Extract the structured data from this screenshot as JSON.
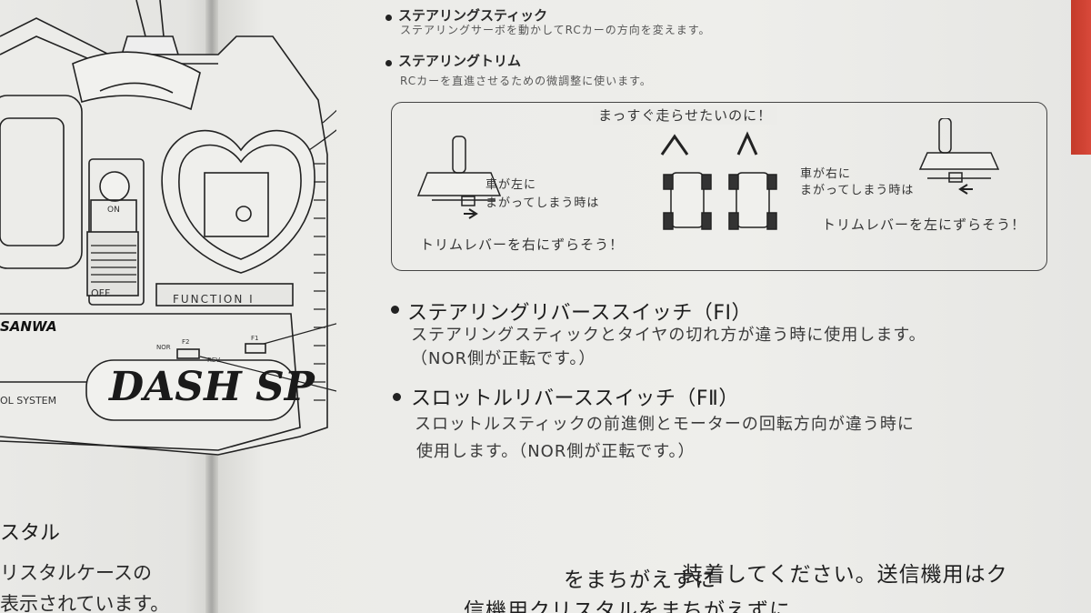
{
  "page": {
    "brand_label": "SANWA",
    "model_logo": "DASH SP",
    "system_label": "OL SYSTEM",
    "function_label": "FUNCTION Ⅰ",
    "switch_on": "ON",
    "switch_off": "OFF",
    "fsw_label_1": "F1",
    "fsw_label_2": "F2",
    "nor_label": "NOR",
    "rev_label": "REV",
    "sections": [
      {
        "title": "ステアリングスティック",
        "desc": "ステアリングサーボを動かしてRCカーの方向を変えます。"
      },
      {
        "title": "ステアリングトリム",
        "desc": "RCカーを直進させるための微調整に使います。"
      }
    ],
    "trim_box": {
      "title": "まっすぐ走らせたいのに！",
      "left_case_line1": "車が左に",
      "left_case_line2": "まがってしまう時は",
      "left_caption": "トリムレバーを右にずらそう！",
      "right_case_line1": "車が右に",
      "right_case_line2": "まがってしまう時は",
      "right_caption": "トリムレバーを左にずらそう！"
    },
    "reverse_sections": [
      {
        "title": "ステアリングリバーススイッチ（FⅠ）",
        "desc_line1": "ステアリングスティックとタイヤの切れ方が違う時に使用します。",
        "desc_line2": "（NOR側が正転です。）"
      },
      {
        "title": "スロットルリバーススイッチ（FⅡ）",
        "desc_line1": "スロットルスティックの前進側とモーターの回転方向が違う時に",
        "desc_line2": "使用します。（NOR側が正転です。）"
      }
    ],
    "crystal": {
      "heading_fragment": "スタル",
      "line1_fragment": "リスタルケースの",
      "line2_fragment": "表示されています。",
      "bottom_line": "装着してください。送信機用はク",
      "bottom_line_start": "をまちがえずに",
      "partial_bottom": "信機用クリスタルをまちがえずに"
    }
  }
}
